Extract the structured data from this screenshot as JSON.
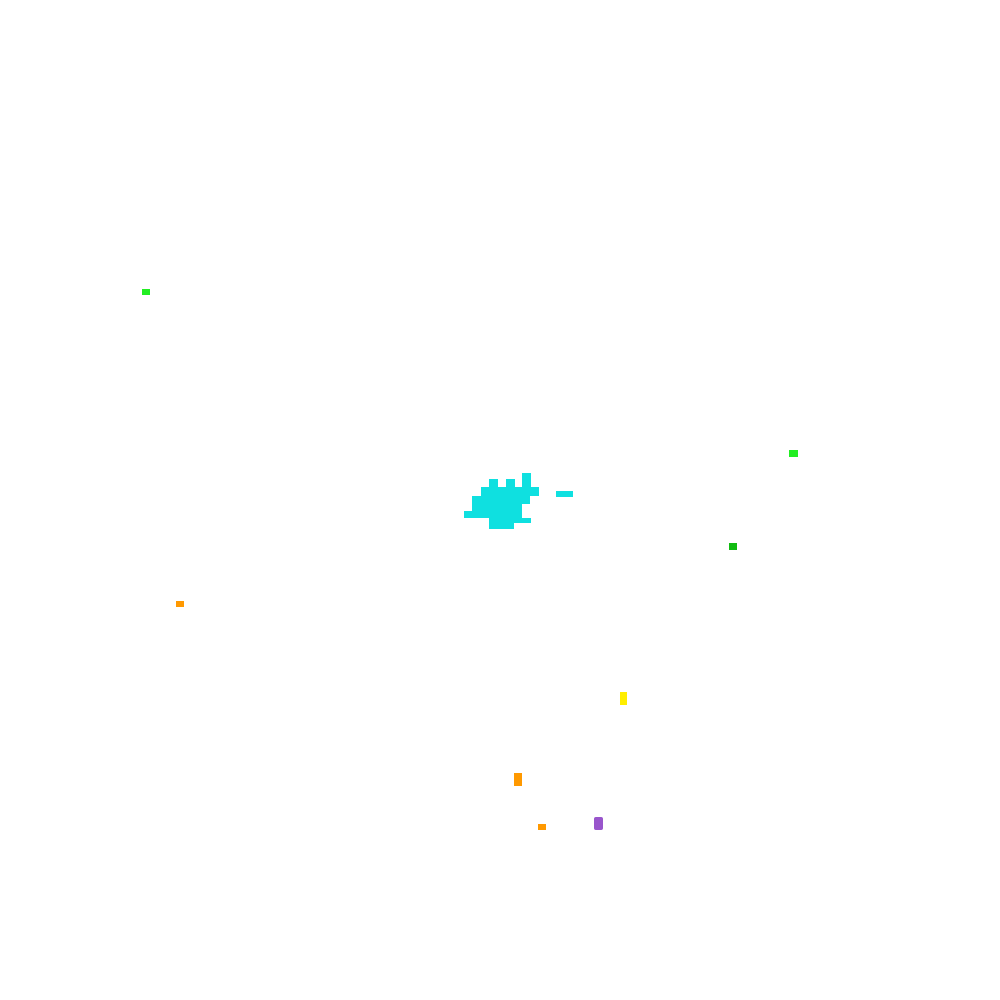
{
  "colors": {
    "background": "#ffffff",
    "cyan": "#0fe0e0",
    "green_bright": "#22ee22",
    "green_dark": "#11bb11",
    "orange": "#ff9900",
    "yellow": "#ffee00",
    "purple": "#9955cc"
  },
  "marks": [
    {
      "name": "cyan-cluster",
      "color": "cyan"
    },
    {
      "name": "green-speck-left",
      "color": "green_bright"
    },
    {
      "name": "green-speck-right",
      "color": "green_bright"
    },
    {
      "name": "green-speck-dark",
      "color": "green_dark"
    },
    {
      "name": "orange-speck-left",
      "color": "orange"
    },
    {
      "name": "yellow-speck",
      "color": "yellow"
    },
    {
      "name": "orange-speck-mid",
      "color": "orange"
    },
    {
      "name": "orange-speck-low",
      "color": "orange"
    },
    {
      "name": "purple-speck",
      "color": "purple"
    }
  ]
}
